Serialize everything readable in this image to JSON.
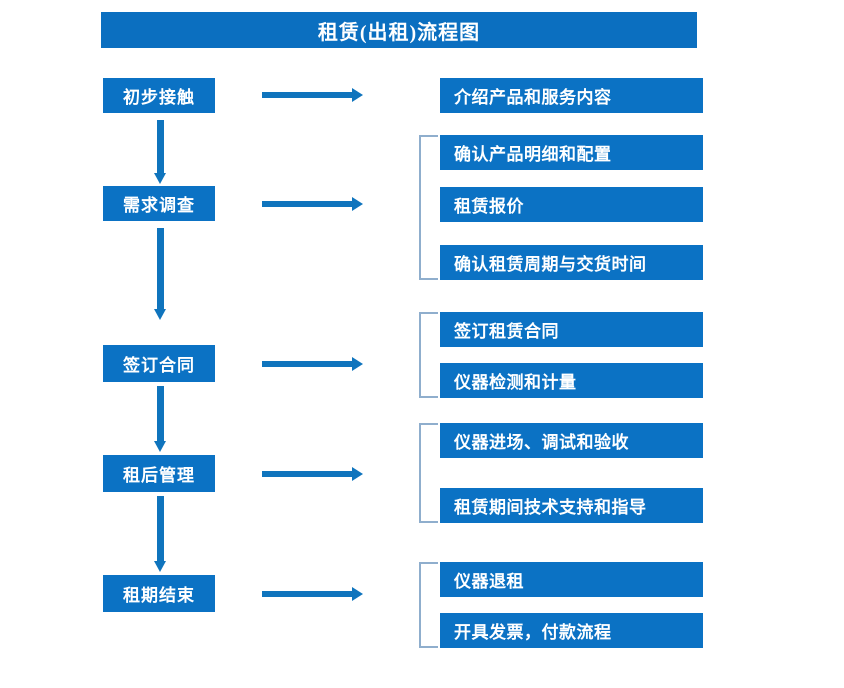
{
  "title": "租赁(出租)流程图",
  "colors": {
    "title_bar": "#0b6fc0",
    "box_fill": "#0b72c4",
    "box_text": "#ffffff",
    "arrow": "#0f74bd",
    "bracket": "#8faecd",
    "background": "#ffffff"
  },
  "stages": [
    {
      "label": "初步接触",
      "details": [
        "介绍产品和服务内容"
      ]
    },
    {
      "label": "需求调查",
      "details": [
        "确认产品明细和配置",
        "租赁报价",
        "确认租赁周期与交货时间"
      ]
    },
    {
      "label": "签订合同",
      "details": [
        "签订租赁合同",
        "仪器检测和计量"
      ]
    },
    {
      "label": "租后管理",
      "details": [
        "仪器进场、调试和验收",
        "租赁期间技术支持和指导"
      ]
    },
    {
      "label": "租期结束",
      "details": [
        "仪器退租",
        "开具发票，付款流程"
      ]
    }
  ],
  "detail_boxes": [
    "介绍产品和服务内容",
    "确认产品明细和配置",
    "租赁报价",
    "确认租赁周期与交货时间",
    "签订租赁合同",
    "仪器检测和计量",
    "仪器进场、调试和验收",
    "租赁期间技术支持和指导",
    "仪器退租",
    "开具发票，付款流程"
  ]
}
